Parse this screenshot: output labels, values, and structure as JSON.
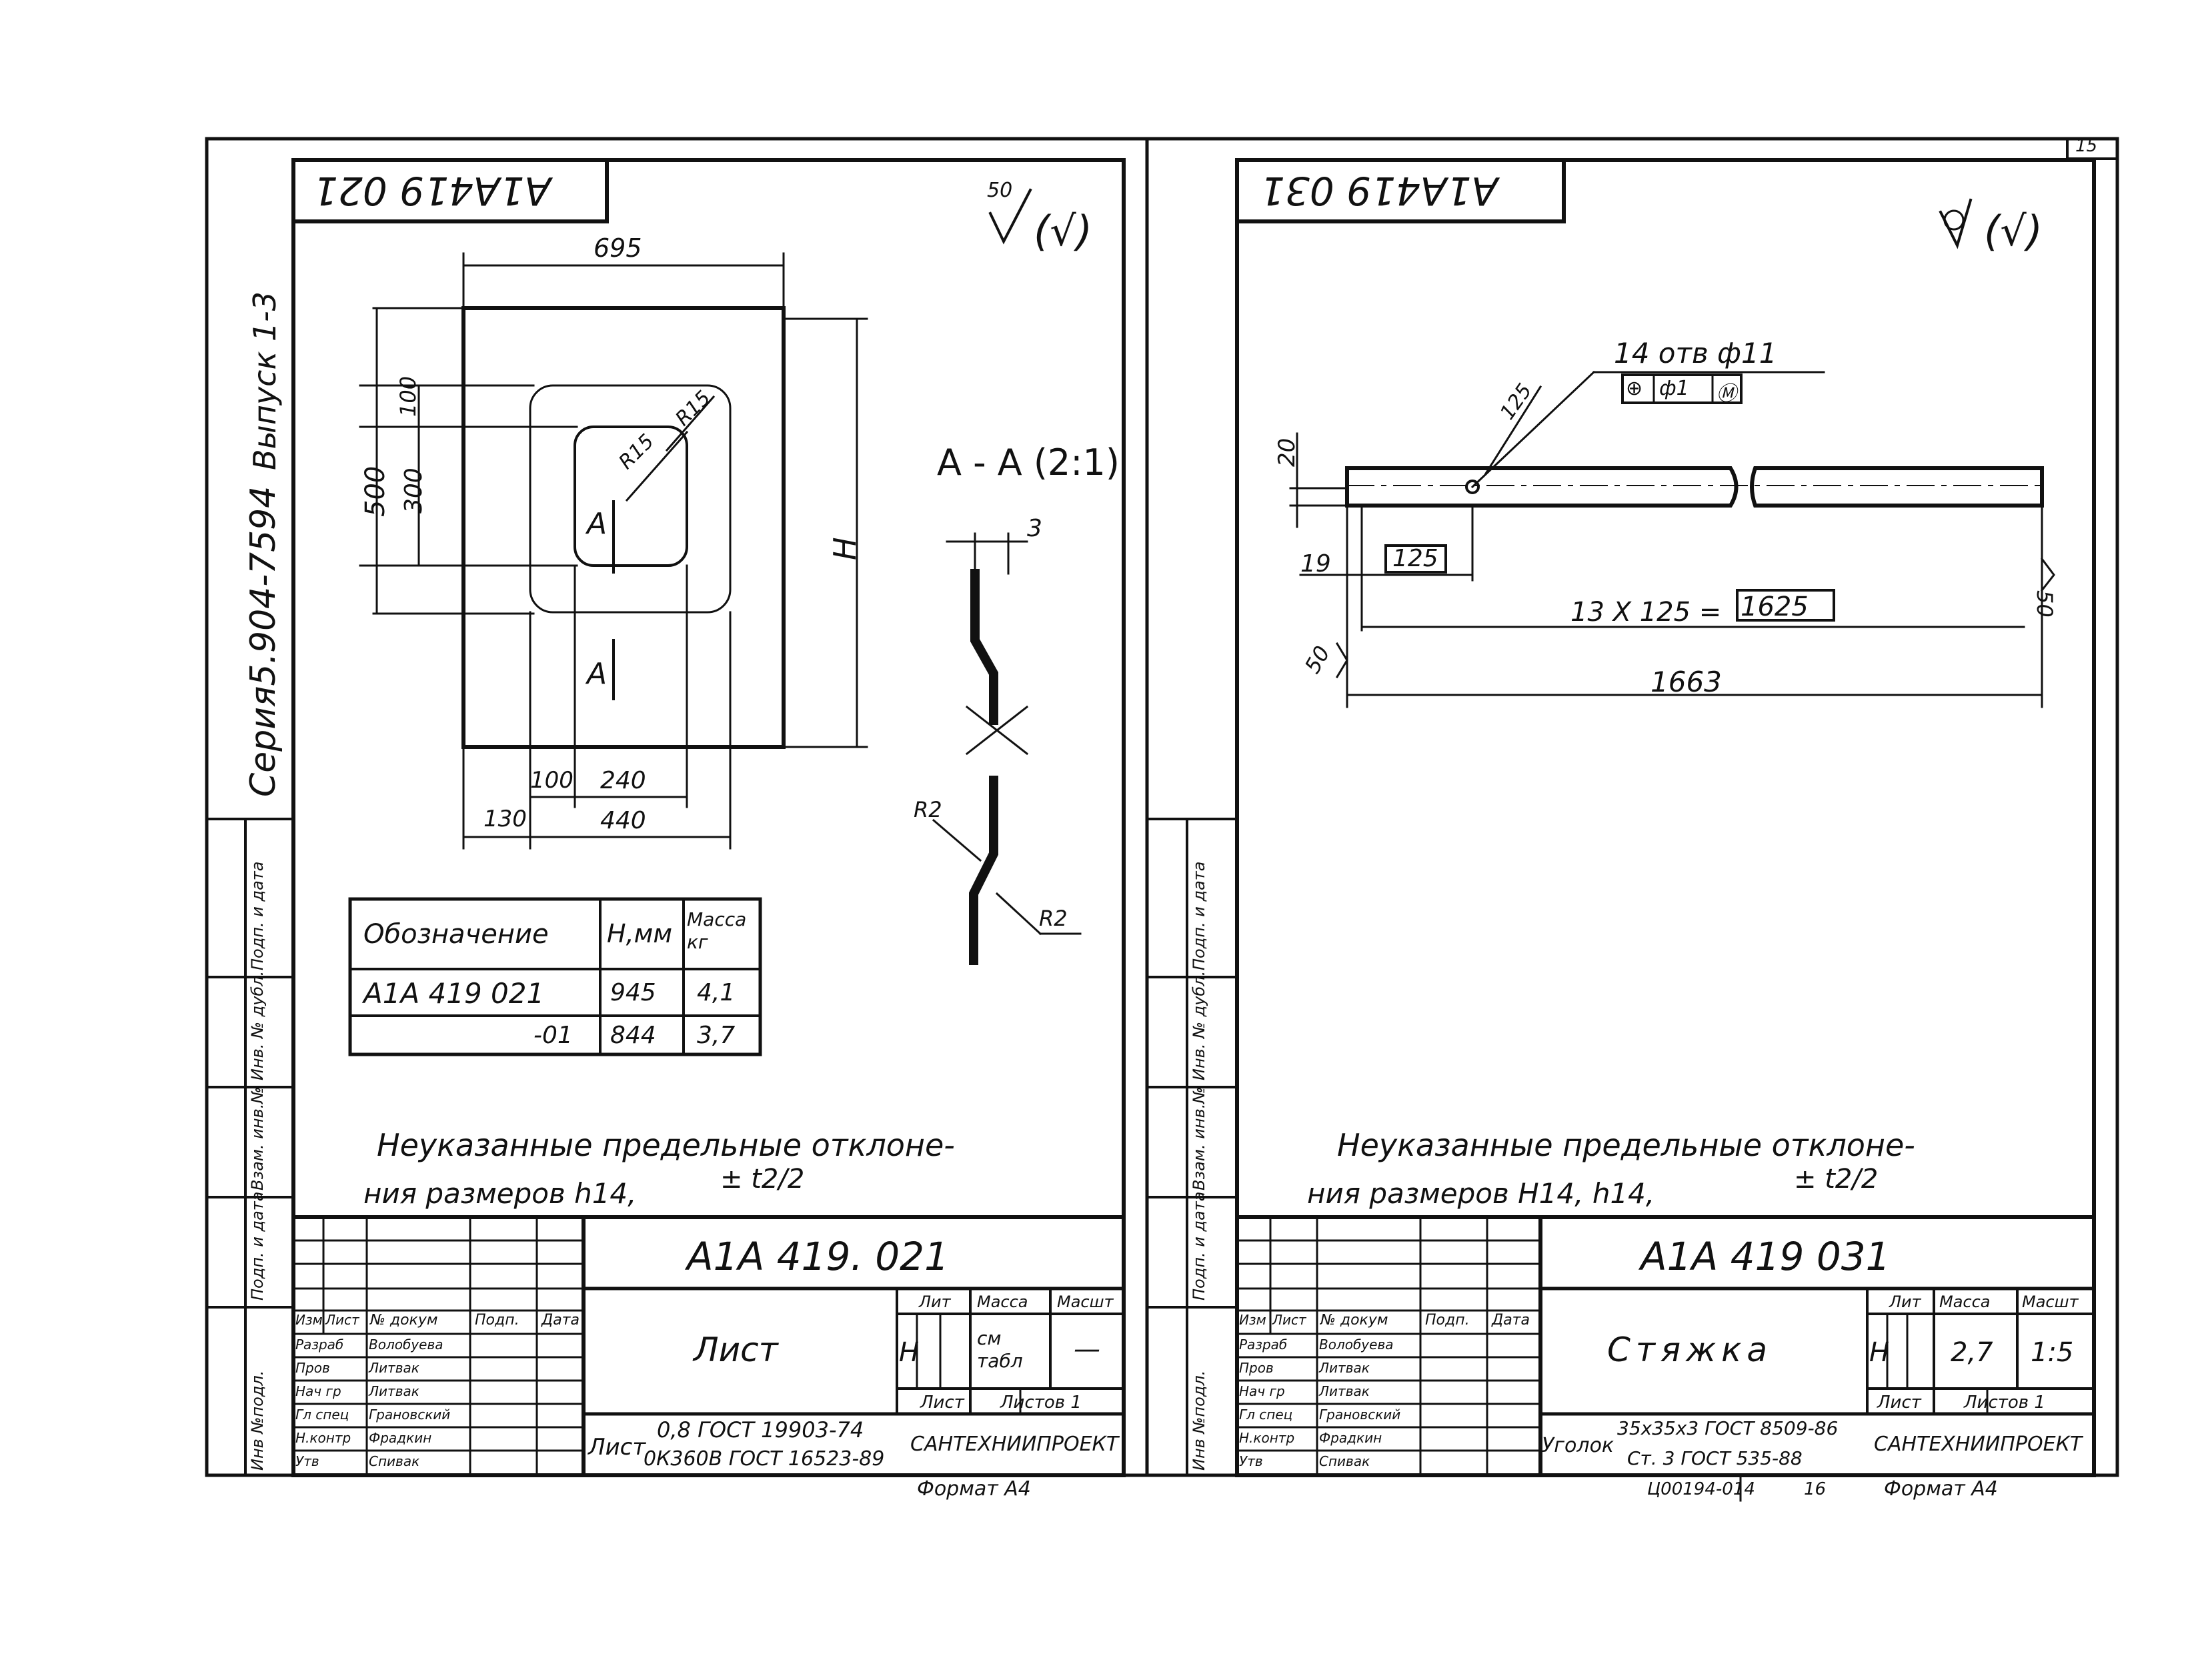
{
  "series_label": "Серия5.904-7594",
  "issue_label": "Выпуск 1-3",
  "left_sheet": {
    "flipped_code": "A1A419 021",
    "roughness": "50",
    "roughness_mark": "(√)",
    "section_label": "A - A (2:1)",
    "section_marker": "A",
    "dims": {
      "w695": "695",
      "h500": "500",
      "h100": "100",
      "h300": "300",
      "H": "H",
      "r15a": "R15",
      "r15b": "R15",
      "d130": "130",
      "d100": "100",
      "d240": "240",
      "d440": "440",
      "t3": "3",
      "r2a": "R2",
      "r2b": "R2"
    },
    "table": {
      "headers": [
        "Обозначение",
        "H,мм",
        "Масса кг"
      ],
      "rows": [
        [
          "A1A 419 021",
          "945",
          "4,1"
        ],
        [
          "-01",
          "844",
          "3,7"
        ]
      ]
    },
    "note_line1": "Неуказанные  предельные  отклоне-",
    "note_line2": "ния  размеров  h14,",
    "note_tol": "± t2/2",
    "side_labels": [
      "Инв №подл.",
      "Подп. и дата",
      "Взам. инв.№",
      "Инв. № дубл.",
      "Подп. и дата"
    ],
    "stamp": {
      "code": "A1A 419. 021",
      "name": "Лист",
      "lit_header": "Лит",
      "mass_header": "Масса",
      "scale_header": "Масшт",
      "lit": "Н",
      "mass": "см табл",
      "scale": "—",
      "sheet": "Лист",
      "sheets": "Листов 1",
      "material_prefix": "Лист",
      "material_top": "0,8 ГОСТ 19903-74",
      "material_bottom": "0К360В ГОСТ 16523-89",
      "org": "САНТЕХНИИПРОЕКТ",
      "cols": [
        "Изм",
        "Лист",
        "№ докум",
        "Подп.",
        "Дата"
      ],
      "people": [
        [
          "Разраб",
          "Волобуева"
        ],
        [
          "Пров",
          "Литвак"
        ],
        [
          "Нач гр",
          "Литвак"
        ],
        [
          "Гл спец",
          "Грановский"
        ],
        [
          "Н.контр",
          "Фрадкин"
        ],
        [
          "Утв",
          "Спивак"
        ]
      ],
      "format": "Формат А4"
    }
  },
  "right_sheet": {
    "flipped_code": "A1A419 031",
    "roughness_mark": "(√)",
    "sheet_no": "15",
    "hole_callout": "14 отв  ф11",
    "tolerance_frame": [
      "⊕",
      "ф1",
      "Ⓜ"
    ],
    "dims": {
      "d125a": "125",
      "d20": "20",
      "d19": "19",
      "d125b": "125",
      "chain": "13 X 125 =",
      "chain_total": "1625",
      "d1663": "1663",
      "angle50a": "50",
      "angle50b": "50"
    },
    "note_line1": "Неуказанные  предельные  отклоне-",
    "note_line2": "ния  размеров  H14,  h14,",
    "note_tol": "± t2/2",
    "side_labels": [
      "Инв №подл.",
      "Подп. и дата",
      "Взам. инв.№",
      "Инв. № дубл.",
      "Подп. и дата"
    ],
    "stamp": {
      "code": "A1A 419 031",
      "name": "Стяжка",
      "lit_header": "Лит",
      "mass_header": "Масса",
      "scale_header": "Масшт",
      "lit": "Н",
      "mass": "2,7",
      "scale": "1:5",
      "sheet": "Лист",
      "sheets": "Листов 1",
      "material_prefix": "Уголок",
      "material_top": "35x35x3 ГОСТ 8509-86",
      "material_bottom": "Ст. 3 ГОСТ 535-88",
      "org": "САНТЕХНИИПРОЕКТ",
      "cols": [
        "Изм",
        "Лист",
        "№ докум",
        "Подп.",
        "Дата"
      ],
      "people": [
        [
          "Разраб",
          "Волобуева"
        ],
        [
          "Пров",
          "Литвак"
        ],
        [
          "Нач гр",
          "Литвак"
        ],
        [
          "Гл спец",
          "Грановский"
        ],
        [
          "Н.контр",
          "Фрадкин"
        ],
        [
          "Утв",
          "Спивак"
        ]
      ],
      "format": "Формат А4",
      "footer_code": "Ц00194-014",
      "footer_page": "16"
    }
  }
}
